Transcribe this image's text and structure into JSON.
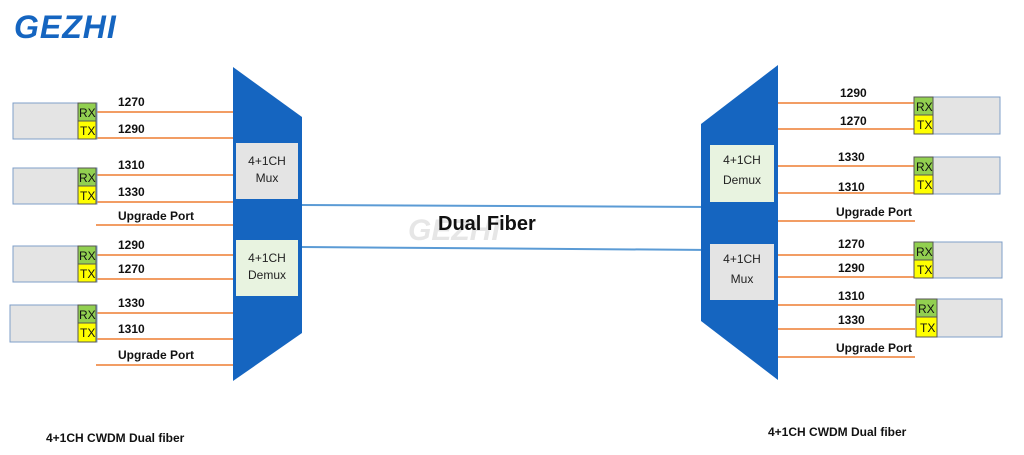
{
  "logo": {
    "text": "GEZHI"
  },
  "watermark": {
    "text": "GEZHI"
  },
  "center_label": "Dual Fiber",
  "left": {
    "caption": "4+1CH CWDM Dual fiber",
    "mux_label": [
      "4+1CH",
      "Mux"
    ],
    "demux_label": [
      "4+1CH",
      "Demux"
    ],
    "transceivers": [
      {
        "rx": "RX",
        "tx": "TX",
        "rx_wavelength": "1270",
        "tx_wavelength": "1290"
      },
      {
        "rx": "RX",
        "tx": "TX",
        "rx_wavelength": "1310",
        "tx_wavelength": "1330"
      },
      {
        "rx": "RX",
        "tx": "TX",
        "rx_wavelength": "1290",
        "tx_wavelength": "1270"
      },
      {
        "rx": "RX",
        "tx": "TX",
        "rx_wavelength": "1330",
        "tx_wavelength": "1310"
      }
    ],
    "upgrade_ports": [
      "Upgrade Port",
      "Upgrade Port"
    ]
  },
  "right": {
    "caption": "4+1CH CWDM Dual fiber",
    "demux_label": [
      "4+1CH",
      "Demux"
    ],
    "mux_label": [
      "4+1CH",
      "Mux"
    ],
    "transceivers": [
      {
        "rx": "RX",
        "tx": "TX",
        "rx_wavelength": "1290",
        "tx_wavelength": "1270"
      },
      {
        "rx": "RX",
        "tx": "TX",
        "rx_wavelength": "1330",
        "tx_wavelength": "1310"
      },
      {
        "rx": "RX",
        "tx": "TX",
        "rx_wavelength": "1270",
        "tx_wavelength": "1290"
      },
      {
        "rx": "RX",
        "tx": "TX",
        "rx_wavelength": "1310",
        "tx_wavelength": "1330"
      }
    ],
    "upgrade_ports": [
      "Upgrade Port",
      "Upgrade Port"
    ]
  },
  "colors": {
    "brand_blue": "#1565c0",
    "fiber_line": "#5b9bd5",
    "port_line": "#ed7d31",
    "rx_fill": "#92d050",
    "tx_fill": "#ffff00",
    "module_fill": "#e4e4e4",
    "module_border": "#7f9fc8"
  }
}
